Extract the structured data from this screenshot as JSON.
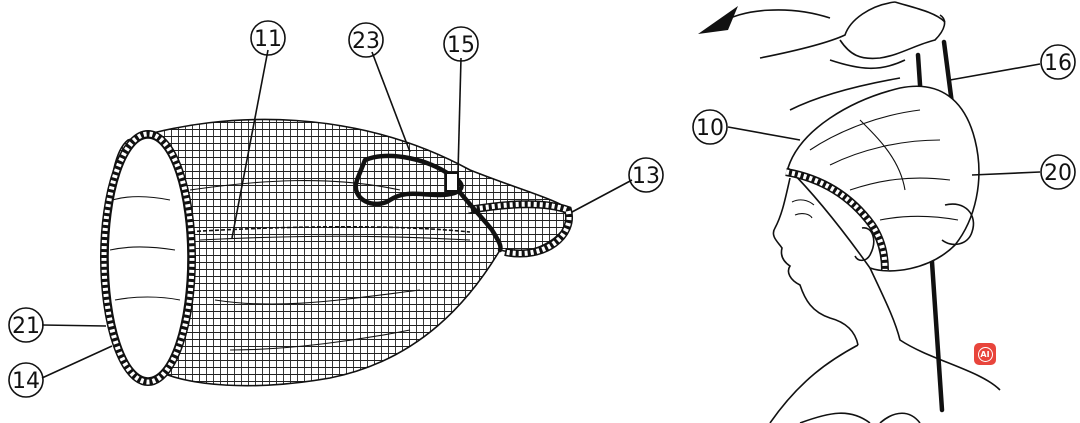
{
  "left_view": {
    "refs": [
      {
        "id": "ref-11",
        "label": "11"
      },
      {
        "id": "ref-23",
        "label": "23"
      },
      {
        "id": "ref-15",
        "label": "15"
      },
      {
        "id": "ref-13",
        "label": "13"
      },
      {
        "id": "ref-21",
        "label": "21"
      },
      {
        "id": "ref-14",
        "label": "14"
      }
    ]
  },
  "right_view": {
    "refs": [
      {
        "id": "ref-16",
        "label": "16"
      },
      {
        "id": "ref-10",
        "label": "10"
      },
      {
        "id": "ref-20",
        "label": "20"
      }
    ]
  },
  "badge": {
    "label": "AI",
    "color": "#e8453c"
  }
}
